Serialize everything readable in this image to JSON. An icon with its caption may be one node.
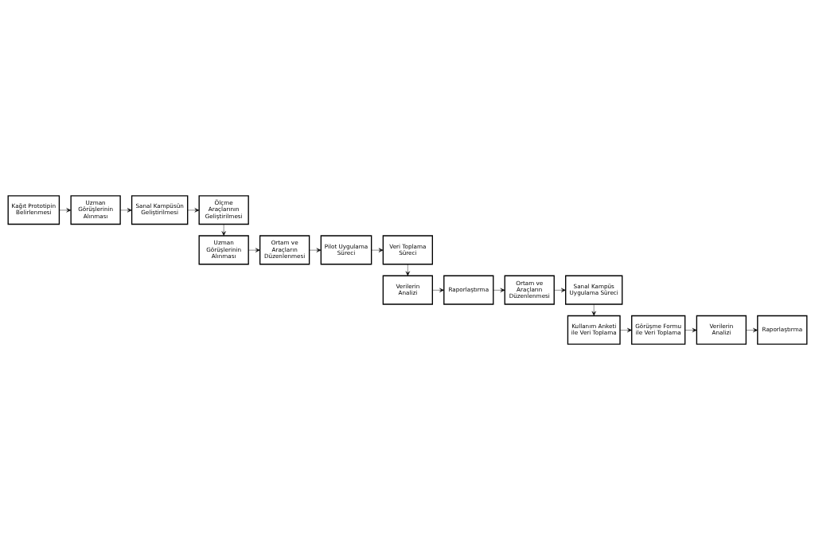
{
  "diagram": {
    "nodes": [
      {
        "text": [
          "Kağıt Prototipin Belirlenmesi"
        ]
      },
      {
        "text": [
          "Uzman Görüşlerinin Alınması"
        ]
      },
      {
        "text": [
          "Sanal Kampüsün Geliştirilmesi"
        ]
      },
      {
        "text": [
          "Ölçme Araçlarının Geliştirilmesi"
        ]
      },
      {
        "text": [
          "Uzman Görüşlerinin Alınması"
        ]
      },
      {
        "text": [
          "Ortam ve Araçların Düzenlenmesi"
        ]
      },
      {
        "text": [
          "Pilot Uygulama Süreci"
        ]
      },
      {
        "text": [
          "Veri Toplama Süreci"
        ]
      },
      {
        "text": [
          "Verilerin Analizi"
        ]
      },
      {
        "text": [
          "Raporlaştırma"
        ]
      },
      {
        "text": [
          "Ortam ve Araçların Düzenlenmesi"
        ]
      },
      {
        "text": [
          "Sanal Kampüs Uygulama Süreci"
        ]
      },
      {
        "text": [
          "Kullanım Anketi ile Veri Toplama"
        ]
      },
      {
        "text": [
          "Görüşme Formu ile Veri Toplama"
        ]
      },
      {
        "text": [
          "Verilerin Analizi"
        ]
      },
      {
        "text": [
          "Raporlaştırma"
        ]
      }
    ],
    "edges": [
      {
        "from": 0,
        "to": 1,
        "arrow": "to"
      },
      {
        "from": 1,
        "to": 2,
        "arrow": "to"
      },
      {
        "from": 2,
        "to": 3,
        "arrow": "to"
      },
      {
        "from": 3,
        "to": 4,
        "arrow": "to"
      },
      {
        "from": 4,
        "to": 5,
        "arrow": "to"
      },
      {
        "from": 5,
        "to": 6,
        "arrow": "to"
      },
      {
        "from": 6,
        "to": 7,
        "arrow": "to"
      },
      {
        "from": 7,
        "to": 8,
        "arrow": "to"
      },
      {
        "from": 8,
        "to": 9,
        "arrow": "to"
      },
      {
        "from": 9,
        "to": 10,
        "arrow": "to"
      },
      {
        "from": 10,
        "to": 11,
        "arrow": "to"
      },
      {
        "from": 11,
        "to": 12,
        "arrow": "to"
      },
      {
        "from": 12,
        "to": 13,
        "arrow": "to"
      },
      {
        "from": 13,
        "to": 14,
        "arrow": "to"
      },
      {
        "from": 14,
        "to": 15,
        "arrow": "to"
      }
    ]
  }
}
